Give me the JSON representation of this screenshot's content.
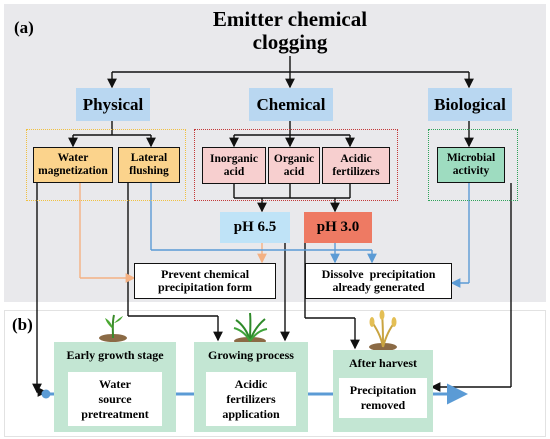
{
  "panel_a": {
    "label": "(a)",
    "title_line1": "Emitter chemical",
    "title_line2": "clogging",
    "categories": {
      "physical": "Physical",
      "chemical": "Chemical",
      "biological": "Biological"
    },
    "physical_items": [
      {
        "line1": "Water",
        "line2": "magnetization"
      },
      {
        "line1": "Lateral",
        "line2": "flushing"
      }
    ],
    "chemical_items": [
      {
        "line1": "Inorganic",
        "line2": "acid"
      },
      {
        "line1": "Organic",
        "line2": "acid"
      },
      {
        "line1": "Acidic",
        "line2": "fertilizers"
      }
    ],
    "biological_items": [
      {
        "line1": "Microbial",
        "line2": "activity"
      }
    ],
    "ph_values": {
      "ph1": "pH 6.5",
      "ph2": "pH 3.0"
    },
    "outcomes": {
      "prevent_line1": "Prevent chemical",
      "prevent_line2": "precipitation form",
      "dissolve_line1": "Dissolve  precipitation",
      "dissolve_line2": "already generated"
    }
  },
  "panel_b": {
    "label": "(b)",
    "stages": [
      {
        "title": "Early growth stage",
        "line1": "Water",
        "line2": "source",
        "line3": "pretreatment"
      },
      {
        "title": "Growing process",
        "line1": "Acidic",
        "line2": "fertilizers",
        "line3": "application"
      },
      {
        "title": "After harvest",
        "line1": "Precipitation",
        "line2": "removed",
        "line3": ""
      }
    ]
  },
  "colors": {
    "category_blue": "#b9d7f1",
    "physical_orange": "#fbd38c",
    "chemical_pink": "#f7cfcf",
    "biological_green": "#9edcc0",
    "ph65_blue": "#bfe3f7",
    "ph30_red": "#ee7a63",
    "stage_green": "#c3e6d3",
    "timeline_blue": "#5b9bd5"
  },
  "icons": [
    "seedling-icon",
    "young-plant-icon",
    "wheat-icon"
  ]
}
